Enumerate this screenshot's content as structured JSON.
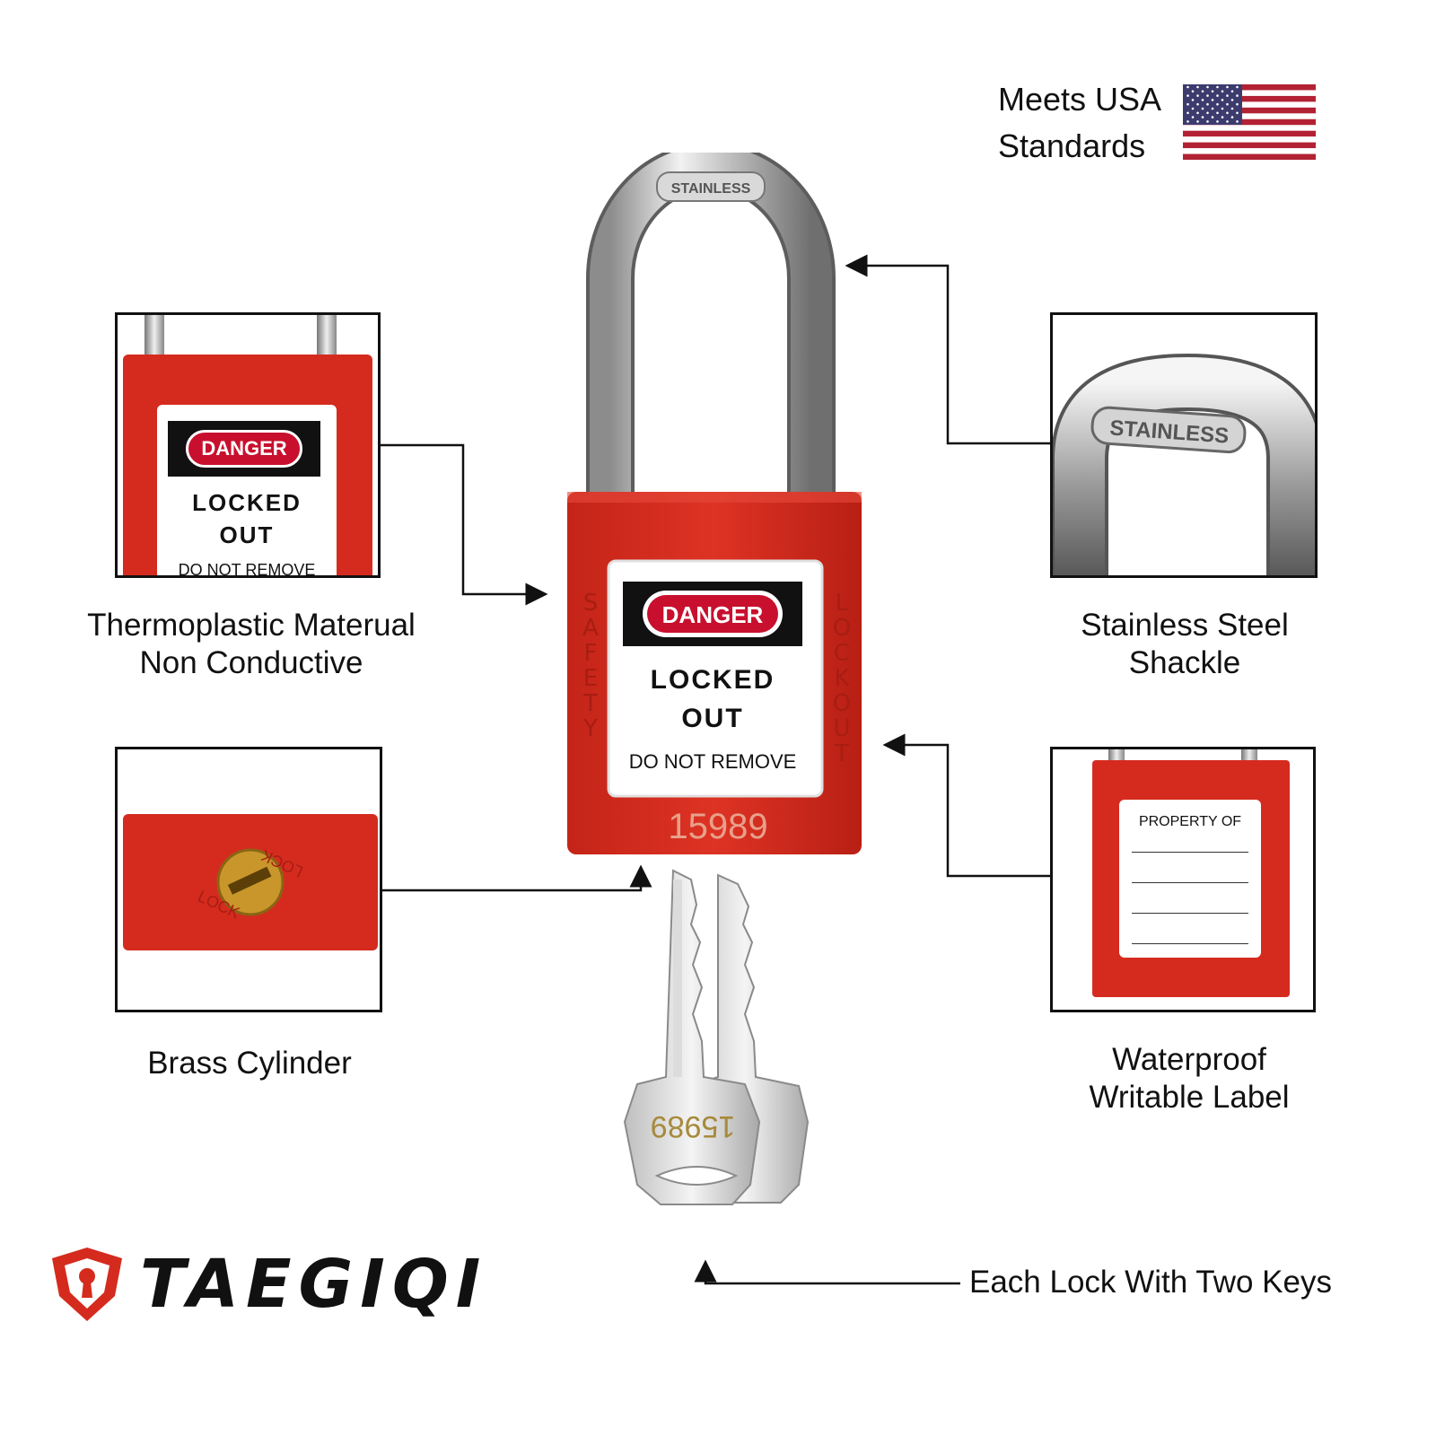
{
  "badge": {
    "line1": "Meets USA",
    "line2": "Standards",
    "flag_icon": "usa-flag-icon"
  },
  "lock": {
    "shackle_stamp": "STAINLESS",
    "danger": "DANGER",
    "locked": "LOCKED",
    "out": "OUT",
    "do_not_remove": "DO NOT REMOVE",
    "side_left": "SAFETY",
    "side_right": "LOCKOUT",
    "serial": "15989",
    "key_number": "15989"
  },
  "features": {
    "thermoplastic": {
      "line1": "Thermoplastic Materual",
      "line2": "Non Conductive"
    },
    "stainless": {
      "line1": "Stainless Steel",
      "line2": "Shackle"
    },
    "brass": {
      "line1": "Brass Cylinder"
    },
    "label": {
      "line1": "Waterproof",
      "line2": "Writable Label"
    },
    "keys": {
      "line1": "Each Lock With Two Keys"
    }
  },
  "insets": {
    "thermo_danger": "DANGER",
    "thermo_locked": "LOCKED",
    "thermo_out": "OUT",
    "thermo_dnr": "DO NOT REMOVE",
    "cyl_lock_left": "LOCK",
    "cyl_lock_right": "LOCK",
    "property_of": "PROPERTY OF",
    "stamp": "STAINLESS"
  },
  "brand": {
    "name": "TAEGIQI",
    "logo_icon": "shield-keyhole-logo"
  },
  "colors": {
    "lock_red": "#d52b1e",
    "dark": "#111111",
    "steel": "#c8c8c8",
    "brass": "#c8962a"
  }
}
